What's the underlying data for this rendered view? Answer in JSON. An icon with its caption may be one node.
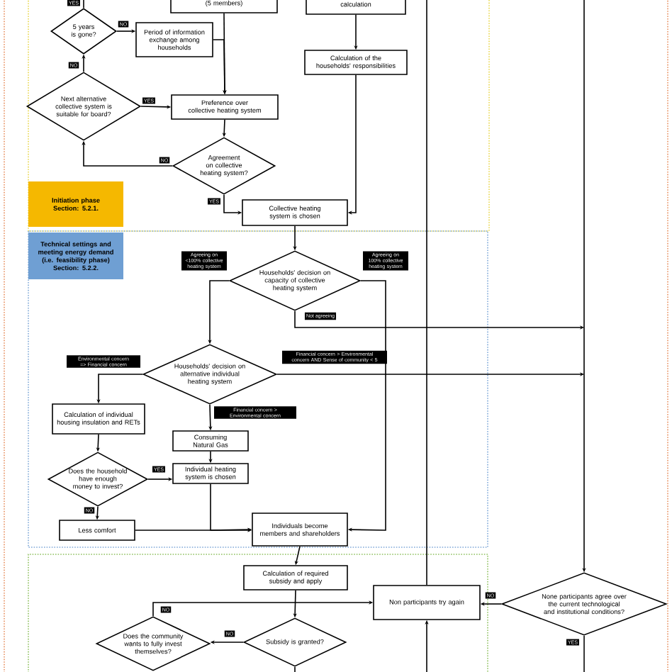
{
  "diagram": {
    "nodes": [
      {
        "text": [
          "(5 members)"
        ]
      },
      {
        "text": [
          "calculation"
        ]
      },
      {
        "text": [
          "Calculation of the households' responsibilities"
        ]
      },
      {
        "text": [
          "5 years is gone?"
        ]
      },
      {
        "text": [
          "Period of information exchange among households"
        ]
      },
      {
        "text": [
          "Next alternative collective system is suitable for board?"
        ]
      },
      {
        "text": [
          "Preference over collective heating system"
        ]
      },
      {
        "text": [
          "Agreement on collective heating system?"
        ]
      },
      {
        "text": [
          "Collective heating system is chosen"
        ]
      },
      {
        "text": [
          "Initiation phase",
          "Section: 5.2.1."
        ]
      },
      {
        "text": [
          "Technical settings and meeting energy demand (i.e. feasibility phase)",
          "Section: 5.2.2."
        ]
      },
      {
        "text": [
          "Households' decision on capacity of collective heating system"
        ]
      },
      {
        "text": [
          "Households' decision on alternative individual heating system"
        ]
      },
      {
        "text": [
          "Calculation of individual housing insulation and RETs"
        ]
      },
      {
        "text": [
          "Consuming Natural Gas"
        ]
      },
      {
        "text": [
          "Does the household have enough money to invest?"
        ]
      },
      {
        "text": [
          "Individual heating system is chosen"
        ]
      },
      {
        "text": [
          "Less comfort"
        ]
      },
      {
        "text": [
          "Individuals become members and shareholders"
        ]
      },
      {
        "text": [
          "Calculation of required subsidy and apply"
        ]
      },
      {
        "text": [
          "Subsidy is granted?"
        ]
      },
      {
        "text": [
          "Does the community wants to fully invest themselves?"
        ]
      },
      {
        "text": [
          "Non participants try again"
        ]
      },
      {
        "text": [
          "None participants agree over the current technological and institutional conditions?"
        ]
      }
    ],
    "edges": [
      {
        "from": 3,
        "to": null,
        "arrow": "none",
        "label": "YES"
      },
      {
        "from": 3,
        "to": 4,
        "arrow": "to",
        "label": "NO"
      },
      {
        "from": 0,
        "to": 6,
        "arrow": "to"
      },
      {
        "from": 4,
        "to": 6,
        "arrow": "to"
      },
      {
        "from": 5,
        "to": 3,
        "arrow": "to",
        "label": "NO"
      },
      {
        "from": 5,
        "to": 6,
        "arrow": "to",
        "label": "YES"
      },
      {
        "from": 6,
        "to": 7,
        "arrow": "to"
      },
      {
        "from": 7,
        "to": 5,
        "arrow": "to",
        "label": "NO"
      },
      {
        "from": 7,
        "to": 8,
        "arrow": "to",
        "label": "YES"
      },
      {
        "from": 1,
        "to": 2,
        "arrow": "to"
      },
      {
        "from": 2,
        "to": 8,
        "arrow": "to"
      },
      {
        "from": 8,
        "to": 11,
        "arrow": "to"
      },
      {
        "from": 11,
        "to": 12,
        "arrow": "to",
        "label": "Agreeing on <100% collective heating system"
      },
      {
        "from": 11,
        "to": 18,
        "arrow": "to",
        "label": "Agreeing on 100% collective heating system"
      },
      {
        "from": 11,
        "to": null,
        "arrow": "to",
        "label": "Not agreeing"
      },
      {
        "from": 12,
        "to": null,
        "arrow": "to",
        "label": "Financial concern > Environmental concern AND Sense of community < 5"
      },
      {
        "from": 12,
        "to": 13,
        "arrow": "to",
        "label": "Environmental concern => Financial concern"
      },
      {
        "from": 12,
        "to": 14,
        "arrow": "to",
        "label": "Financial concern > Environmental concern"
      },
      {
        "from": 13,
        "to": 15,
        "arrow": "to"
      },
      {
        "from": 14,
        "to": 16,
        "arrow": "to"
      },
      {
        "from": 15,
        "to": 16,
        "arrow": "to",
        "label": "YES"
      },
      {
        "from": 15,
        "to": 17,
        "arrow": "to",
        "label": "NO"
      },
      {
        "from": 17,
        "to": 18,
        "arrow": "to"
      },
      {
        "from": 16,
        "to": 18,
        "arrow": "to"
      },
      {
        "from": 18,
        "to": 19,
        "arrow": "to"
      },
      {
        "from": 19,
        "to": 20,
        "arrow": "to"
      },
      {
        "from": 20,
        "to": 21,
        "arrow": "to",
        "label": "NO"
      },
      {
        "from": 20,
        "to": null,
        "arrow": "none"
      },
      {
        "from": 21,
        "to": 22,
        "arrow": "to",
        "label": "NO"
      },
      {
        "from": 23,
        "to": 22,
        "arrow": "to",
        "label": "NO"
      },
      {
        "from": 23,
        "to": null,
        "arrow": "none",
        "label": "YES"
      },
      {
        "from": null,
        "to": 23,
        "arrow": "to"
      },
      {
        "from": null,
        "to": 22,
        "arrow": "to"
      },
      {
        "from": 22,
        "to": null,
        "arrow": "none"
      }
    ]
  }
}
